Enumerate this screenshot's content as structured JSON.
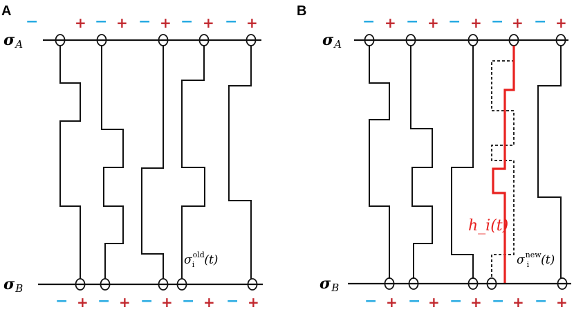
{
  "panels": [
    {
      "letter": "A",
      "top_label": {
        "main": "σ",
        "sub": "A"
      },
      "bottom_label": {
        "main": "σ",
        "sub": "B"
      },
      "top_signs": [
        "−",
        "+",
        "−",
        "+",
        "−",
        "+",
        "−",
        "+",
        "−",
        "+"
      ],
      "bottom_signs": [
        "−",
        "+",
        "−",
        "+",
        "−",
        "+",
        "−",
        "+",
        "−",
        "+"
      ],
      "annotation": {
        "base": "σ",
        "sub": "i",
        "sup": "old",
        "arg": "(t)"
      }
    },
    {
      "letter": "B",
      "top_label": {
        "main": "σ",
        "sub": "A"
      },
      "bottom_label": {
        "main": "σ",
        "sub": "B"
      },
      "top_signs": [
        "−",
        "+",
        "−",
        "+",
        "−",
        "+",
        "−",
        "+",
        "−",
        "+"
      ],
      "bottom_signs": [
        "−",
        "+",
        "−",
        "+",
        "−",
        "+",
        "−",
        "+",
        "−",
        "+"
      ],
      "annotation": {
        "base": "σ",
        "sub": "i",
        "sup": "new",
        "arg": "(t)"
      },
      "red_label": "h_i(t)"
    }
  ],
  "colors": {
    "minus": "#29abe2",
    "plus": "#c1272d",
    "highlight": "#e8211f",
    "line": "#111111"
  }
}
